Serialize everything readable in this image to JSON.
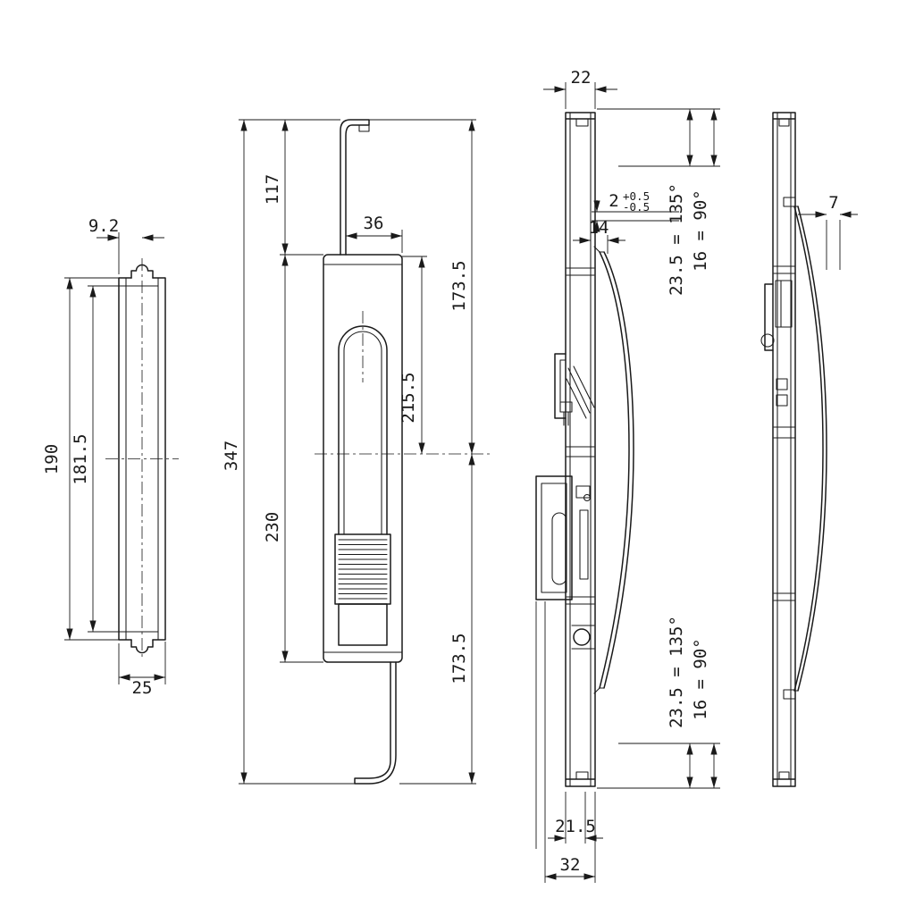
{
  "colors": {
    "background": "#ffffff",
    "line": "#1a1a1a"
  },
  "views": {
    "end_view": {
      "dims": {
        "offset_top": "9.2",
        "outer_height": "190",
        "inner_height": "181.5",
        "width": "25"
      }
    },
    "front_view": {
      "dims": {
        "overall_height": "347",
        "rod_extension": "117",
        "body_width": "36",
        "top_to_center": "173.5",
        "body_top_to_center": "215.5",
        "body_height": "230",
        "center_to_bottom": "173.5"
      }
    },
    "side_view": {
      "dims": {
        "depth": "22",
        "gap_nominal": "2",
        "gap_tol_upper": "+0.5",
        "gap_tol_lower": "-0.5",
        "tip_offset": "14",
        "stroke_upper": "23.5 = 135°",
        "stroke_upper_alt": "16 = 90°",
        "stroke_lower": "23.5 = 135°",
        "stroke_lower_alt": "16 = 90°",
        "handle_depth": "21.5",
        "overall_depth": "32"
      }
    },
    "spring_view": {
      "dims": {
        "clearance": "7"
      }
    }
  }
}
